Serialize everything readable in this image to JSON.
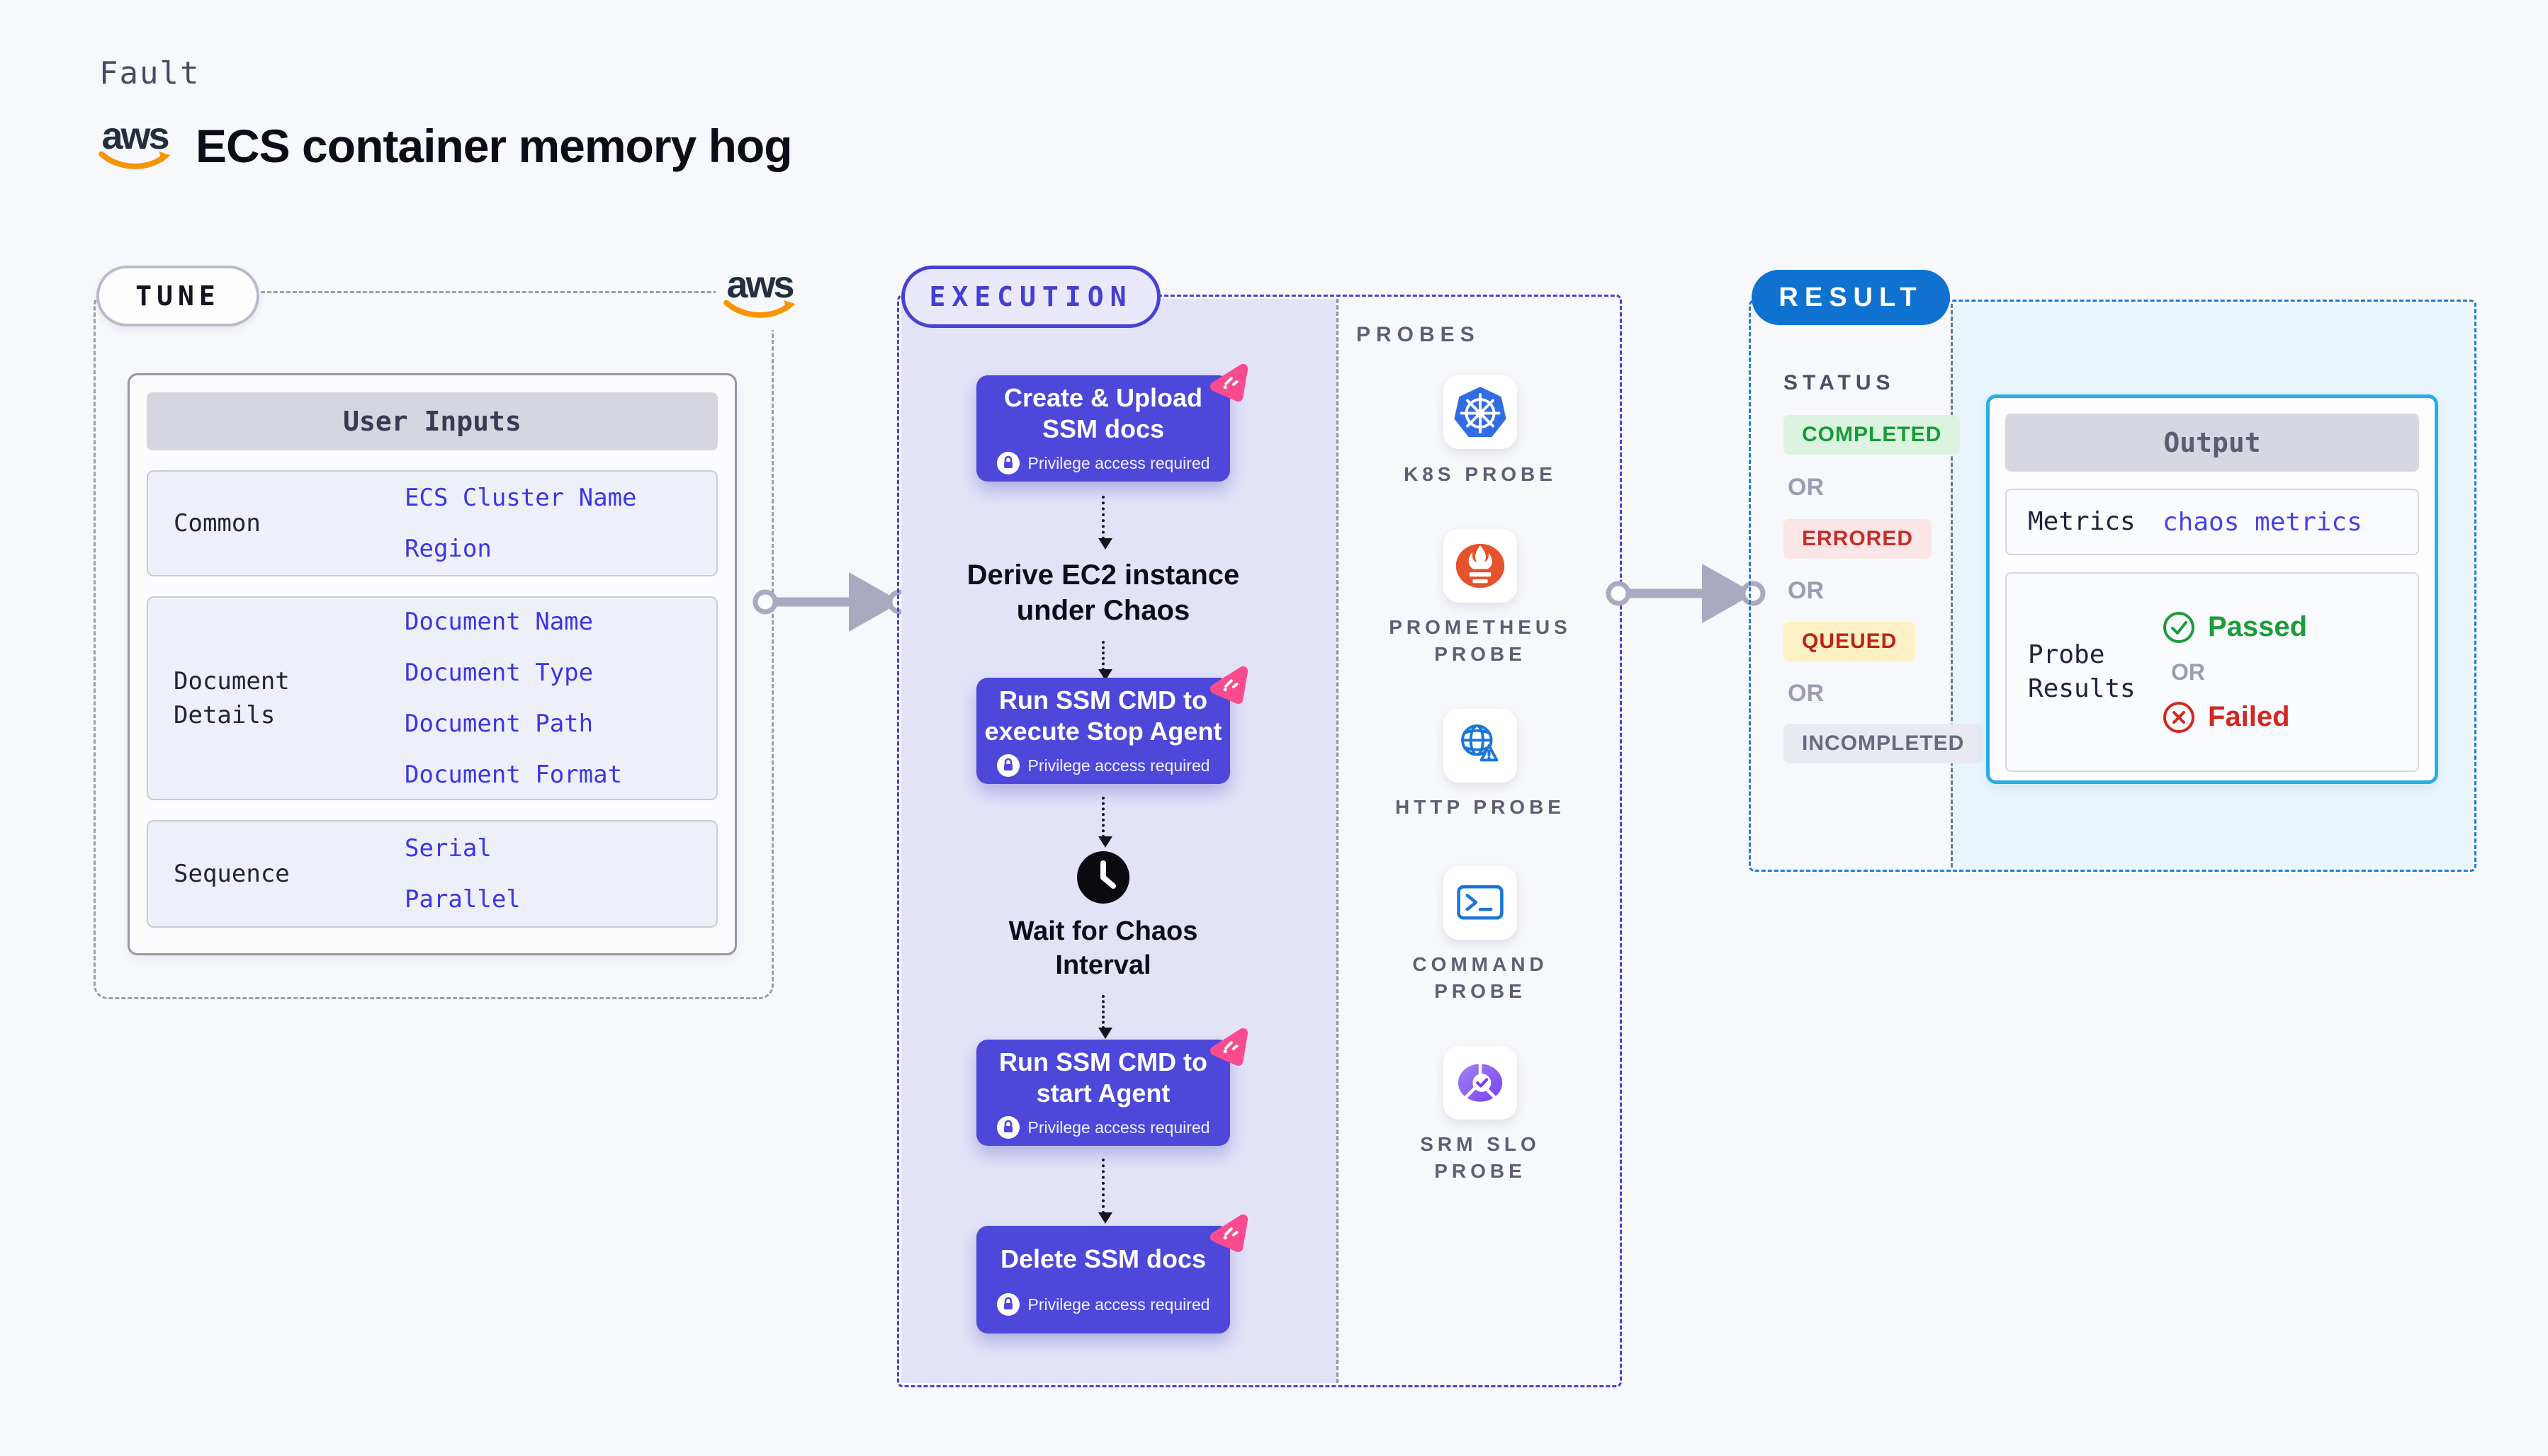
{
  "page": {
    "fault_label": "Fault",
    "title": "ECS container memory hog",
    "aws_word": "aws"
  },
  "tune": {
    "badge": "TUNE",
    "table": {
      "header": "User Inputs",
      "rows": [
        {
          "label": "Common",
          "values": [
            "ECS Cluster Name",
            "Region"
          ]
        },
        {
          "label": "Document Details",
          "values": [
            "Document Name",
            "Document Type",
            "Document Path",
            "Document Format"
          ]
        },
        {
          "label": "Sequence",
          "values": [
            "Serial",
            "Parallel"
          ]
        }
      ]
    }
  },
  "execution": {
    "badge": "EXECUTION",
    "privilege_note": "Privilege access required",
    "steps": [
      {
        "type": "block",
        "lines": [
          "Create & Upload",
          "SSM docs"
        ]
      },
      {
        "type": "text",
        "lines": [
          "Derive EC2 instance",
          "under Chaos"
        ]
      },
      {
        "type": "block",
        "lines": [
          "Run SSM CMD to",
          "execute Stop Agent"
        ]
      },
      {
        "type": "wait",
        "lines": [
          "Wait for Chaos",
          "Interval"
        ]
      },
      {
        "type": "block",
        "lines": [
          "Run SSM CMD to",
          "start Agent"
        ]
      },
      {
        "type": "block",
        "lines": [
          "Delete SSM docs"
        ]
      }
    ],
    "probes": {
      "header": "PROBES",
      "items": [
        {
          "icon": "kubernetes-icon",
          "lines": [
            "K8S PROBE"
          ]
        },
        {
          "icon": "prometheus-icon",
          "lines": [
            "PROMETHEUS",
            "PROBE"
          ]
        },
        {
          "icon": "http-icon",
          "lines": [
            "HTTP PROBE"
          ]
        },
        {
          "icon": "command-icon",
          "lines": [
            "COMMAND",
            "PROBE"
          ]
        },
        {
          "icon": "srm-slo-icon",
          "lines": [
            "SRM SLO",
            "PROBE"
          ]
        }
      ]
    }
  },
  "result": {
    "badge": "RESULT",
    "status": {
      "label": "STATUS",
      "or_label": "OR",
      "chips": [
        {
          "label": "COMPLETED",
          "type": "completed"
        },
        {
          "label": "ERRORED",
          "type": "errored"
        },
        {
          "label": "QUEUED",
          "type": "queued"
        },
        {
          "label": "INCOMPLETED",
          "type": "incompleted"
        }
      ]
    },
    "output": {
      "header": "Output",
      "metrics_label": "Metrics",
      "metrics_value": "chaos metrics",
      "probe_results_label": "Probe Results",
      "or_label": "OR",
      "passed": "Passed",
      "failed": "Failed"
    }
  },
  "colors": {
    "page_bg": "#f7f8fb",
    "step_block": "#4d48da",
    "execution_fill": "#e3e3f8",
    "execution_border": "#4741d6",
    "tune_border": "#9b9daa",
    "result_border": "#1f7cd6",
    "result_badge": "#0f72d0",
    "result_fill": "#e9f5fc",
    "output_border": "#27aee5",
    "chaos_pink": "#fb4b8f",
    "aws_orange": "#f79400",
    "passed_green": "#1d9c3a",
    "failed_red": "#d2281e",
    "completed_green": "#189a37",
    "queued_yellow_bg": "#fcf0c4",
    "value_blue": "#3b35e6",
    "arrow_grey": "#a9aabf"
  }
}
